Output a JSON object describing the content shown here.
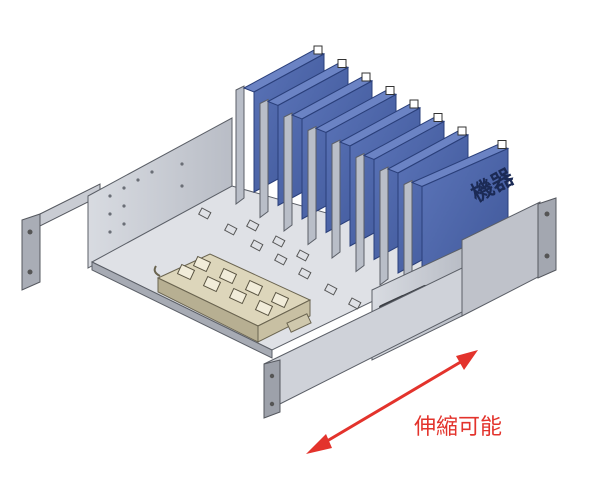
{
  "figure": {
    "device_label": "機器",
    "adjust_label": "伸縮可能",
    "device_count": 8,
    "outlet_count": 8
  },
  "colors": {
    "background": "#ffffff",
    "device_face": "#4a63a8",
    "device_edge": "#2a3f7a",
    "divider_plate": "#b9bec8",
    "metal": "#c7cad2",
    "metal_dark": "#8d9099",
    "power_strip": "#cfc8ad",
    "arrow": "#e3332c",
    "label_text": "#1b2a55"
  }
}
